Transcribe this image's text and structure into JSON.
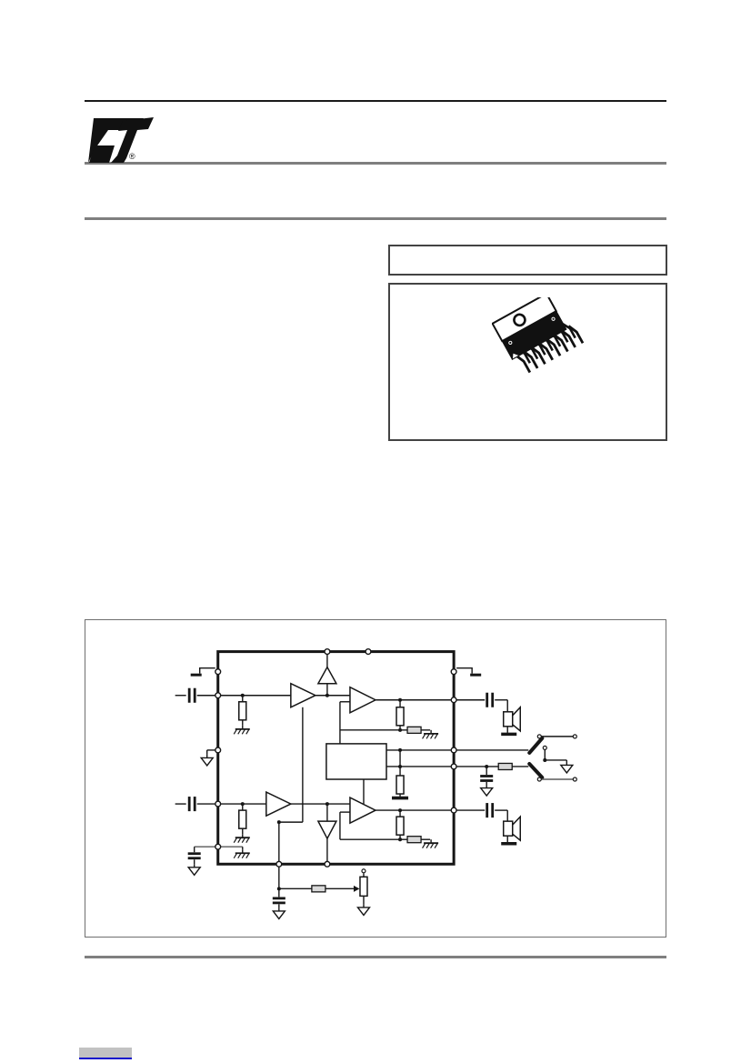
{
  "page": {
    "kind": "datasheet-first-page",
    "background": "#ffffff",
    "registered_mark": "®"
  },
  "header": {
    "logo_icon": "st-logo",
    "top_rule_color": "#1a1a1a",
    "rule_color": "#7f7f7f"
  },
  "right_column": {
    "title_box": {
      "text": "",
      "border_color": "#434343"
    },
    "package_box": {
      "border_color": "#434343",
      "illustration_icon": "multiwatt-15-chip-package",
      "package_body_color": "#111111"
    }
  },
  "figure": {
    "frame_color": "#6f6f6f",
    "diagram_icon": "stereo-amplifier-application-schematic",
    "components": [
      "input-coupling-capacitor-left-top",
      "input-coupling-capacitor-left-bottom",
      "input-resistor-top",
      "input-resistor-bottom",
      "buffer-amplifier-top",
      "buffer-amplifier-bottom",
      "power-amplifier-top",
      "power-amplifier-bottom",
      "up-arrow-stage",
      "down-arrow-stage",
      "control-logic-block",
      "feedback-resistor-top",
      "feedback-resistor-bottom",
      "output-capacitor-top",
      "output-capacitor-bottom",
      "speaker-top",
      "speaker-bottom",
      "standby-switch",
      "mute-switch",
      "mute-capacitor",
      "bias-capacitor",
      "bias-resistor",
      "potentiometer",
      "ground-symbols",
      "ic-boundary",
      "pin-circles"
    ],
    "line_color": "#161616",
    "ic_border_width": 3
  },
  "footer": {
    "rule_color": "#7f7f7f",
    "link_placeholder_color": "#c2c2c2",
    "link_underline_color": "#1111cc"
  }
}
